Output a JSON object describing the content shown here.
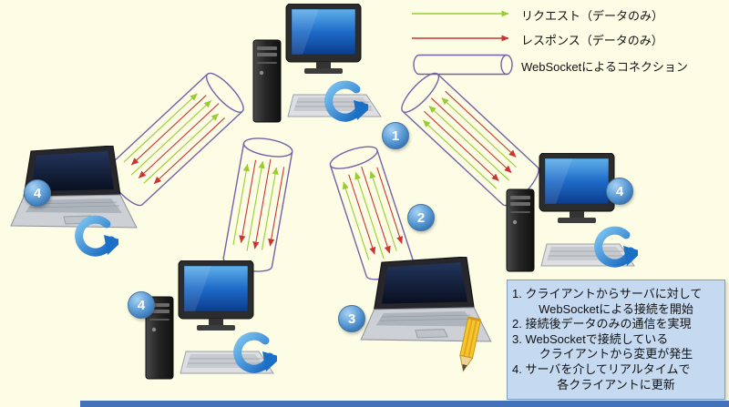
{
  "legend": {
    "request_label": "リクエスト（データのみ）",
    "response_label": "レスポンス（データのみ）",
    "connection_label": "WebSocketによるコネクション"
  },
  "badges": {
    "step1": "1",
    "step2": "2",
    "step3": "3",
    "step4_left": "4",
    "step4_bottom_left": "4",
    "step4_right": "4"
  },
  "infobox": {
    "lines": [
      "1. クライアントからサーバに対して",
      "WebSocketによる接続を開始",
      "2. 接続後データのみの通信を実現",
      "3. WebSocketで接続している",
      "クライアントから変更が発生",
      "4. サーバを介してリアルタイムで",
      "各クライアントに更新"
    ]
  },
  "colors": {
    "background": "#FDFDE6",
    "request_green": "#99CC33",
    "response_red": "#CC3333",
    "cylinder_purple": "#7560A8",
    "infobox_bg": "#C5D9F1",
    "badge_blue": "#2B66A5",
    "bottom_strip_blue": "#4472B8"
  }
}
